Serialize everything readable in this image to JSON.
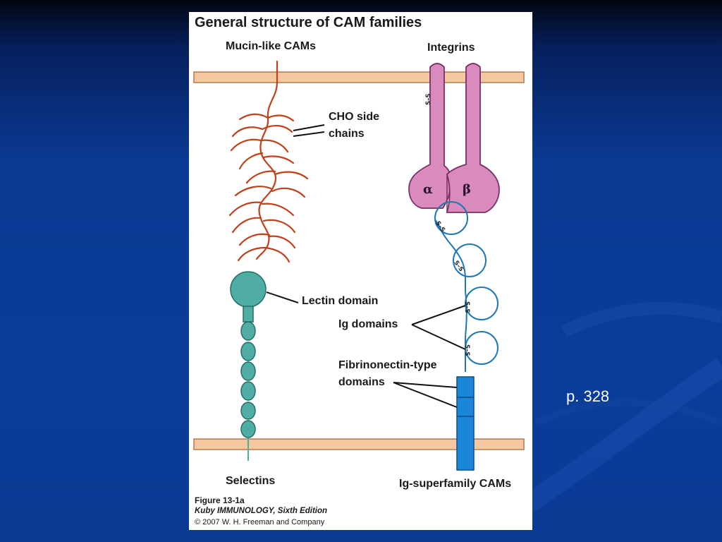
{
  "figure": {
    "title": "General structure of CAM families",
    "labels": {
      "mucin": "Mucin-like CAMs",
      "integrins": "Integrins",
      "cho_line1": "CHO side",
      "cho_line2": "chains",
      "lectin": "Lectin domain",
      "ig": "Ig domains",
      "fibro_line1": "Fibrinonectin-type",
      "fibro_line2": "domains",
      "selectins": "Selectins",
      "igsf": "Ig-superfamily CAMs",
      "alpha": "α",
      "beta": "β",
      "disulfide": "S–S"
    },
    "caption": {
      "figure_number": "Figure 13-1a",
      "book": "Kuby IMMUNOLOGY, Sixth Edition",
      "copyright": "© 2007 W. H. Freeman and Company"
    }
  },
  "page_ref": "p. 328",
  "colors": {
    "membrane": "#f5c8a0",
    "membrane_border": "#b07a4e",
    "mucin": "#c0401a",
    "integrin": "#d98bbd",
    "integrin_border": "#7a2f66",
    "selectin": "#4fada3",
    "selectin_border": "#226e66",
    "ig_loop": "#1f77b4",
    "fibronectin": "#1a86d8"
  }
}
